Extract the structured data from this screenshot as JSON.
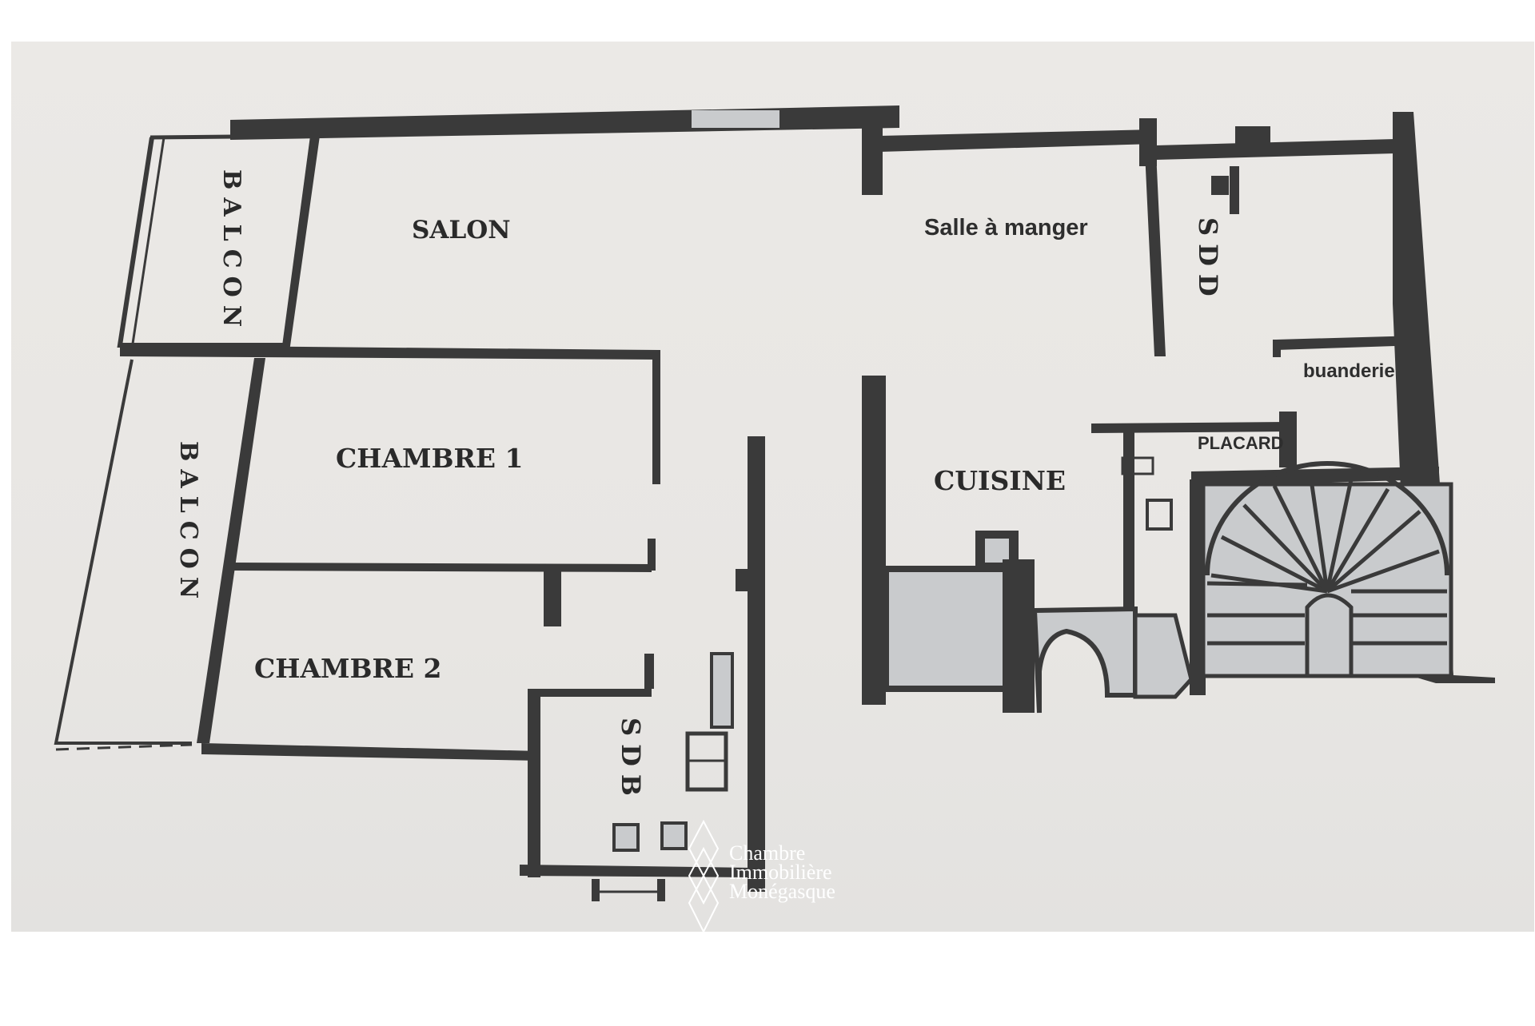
{
  "rooms": {
    "balcon_top": "BALCON",
    "salon": "SALON",
    "salle_a_manger": "Salle à manger",
    "sdd": "SDD",
    "buanderie": "buanderie",
    "balcon_left": "BALCON",
    "chambre1": "CHAMBRE 1",
    "cuisine": "CUISINE",
    "placard": "PLACARD",
    "chambre2": "CHAMBRE 2",
    "sdb": "SDB"
  },
  "logo": {
    "line1": "Chambre",
    "line2": "Immobilière",
    "line3": "Monégasque",
    "color": "#ffffff"
  },
  "colors": {
    "paper": "#e9e7e4",
    "wall": "#3a3a3a",
    "fill_gray": "#c9cbcd"
  }
}
